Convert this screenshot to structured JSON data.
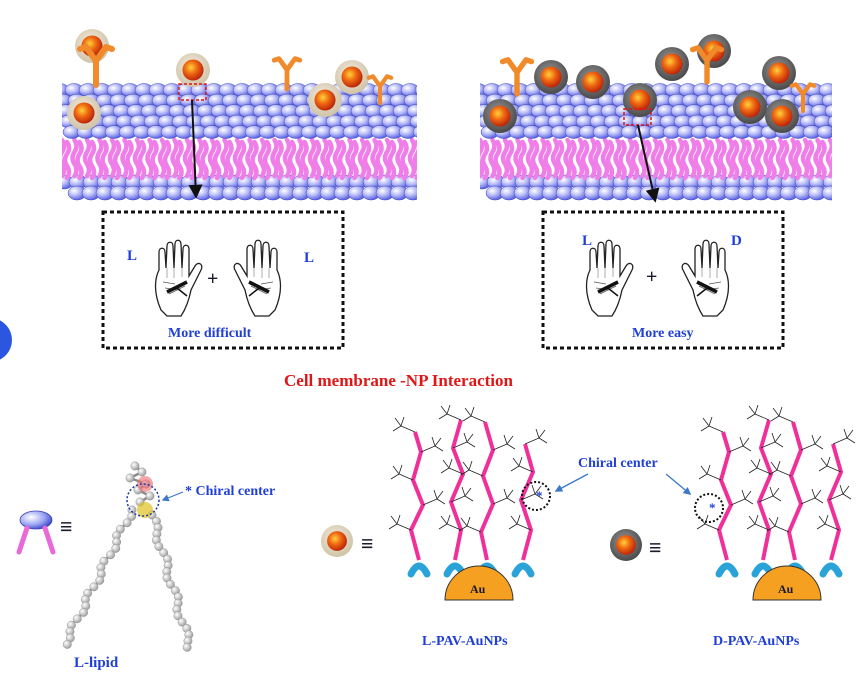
{
  "figure": {
    "left_box": {
      "left_hand_letter": "L",
      "right_hand_letter": "L",
      "plus": "+",
      "caption": "More difficult"
    },
    "right_box": {
      "left_hand_letter": "L",
      "right_hand_letter": "D",
      "plus": "+",
      "caption": "More easy"
    },
    "interaction_title": "Cell membrane -NP Interaction",
    "legend": {
      "lipid_label": "L-lipid",
      "lipid_chiral_label": "* Chiral center",
      "equiv_symbol": "≡",
      "l_np_label": "L-PAV-AuNPs",
      "d_np_label": "D-PAV-AuNPs",
      "np_chiral_label": "Chiral center",
      "au_label_l": "Au",
      "au_label_d": "Au",
      "asterisk": "*"
    },
    "colors": {
      "membrane_head": "#4f57e0",
      "membrane_tail": "#f07ee8",
      "receptor": "#f08a2a",
      "np_core": "#e23a10",
      "l_np_shell": "#e6dcc6",
      "d_np_shell": "#707070",
      "chain": "#f0309a",
      "linker": "#2aa4d8",
      "au": "#f5a020",
      "title_red": "#e01616",
      "label_blue": "#1f3fd6"
    }
  }
}
